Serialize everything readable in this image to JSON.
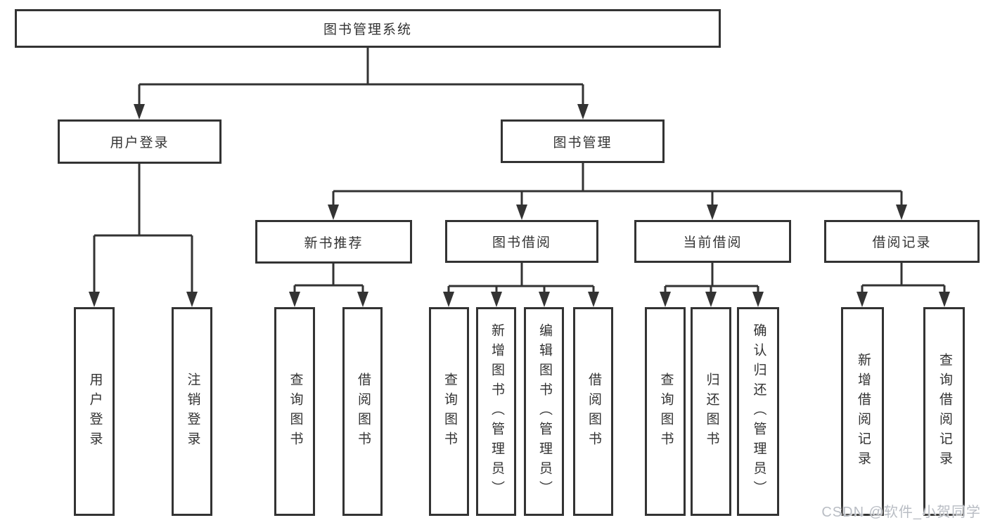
{
  "diagram": {
    "tree": {
      "label": "图书管理系统",
      "children": [
        {
          "label": "用户登录",
          "children": [
            {
              "label": "用户登录"
            },
            {
              "label": "注销登录"
            }
          ]
        },
        {
          "label": "图书管理",
          "children": [
            {
              "label": "新书推荐",
              "children": [
                {
                  "label": "查询图书"
                },
                {
                  "label": "借阅图书"
                }
              ]
            },
            {
              "label": "图书借阅",
              "children": [
                {
                  "label": "查询图书"
                },
                {
                  "label": "新增图书（管理员）"
                },
                {
                  "label": "编辑图书（管理员）"
                },
                {
                  "label": "借阅图书"
                }
              ]
            },
            {
              "label": "当前借阅",
              "children": [
                {
                  "label": "查询图书"
                },
                {
                  "label": "归还图书"
                },
                {
                  "label": "确认归还（管理员）"
                }
              ]
            },
            {
              "label": "借阅记录",
              "children": [
                {
                  "label": "新增借阅记录"
                },
                {
                  "label": "查询借阅记录"
                }
              ]
            }
          ]
        }
      ]
    }
  },
  "watermark": {
    "text": "CSDN @软件_小贺同学"
  },
  "colors": {
    "line": "#333333",
    "text": "#333333",
    "background": "#ffffff",
    "watermark": "#b9bdc4"
  }
}
